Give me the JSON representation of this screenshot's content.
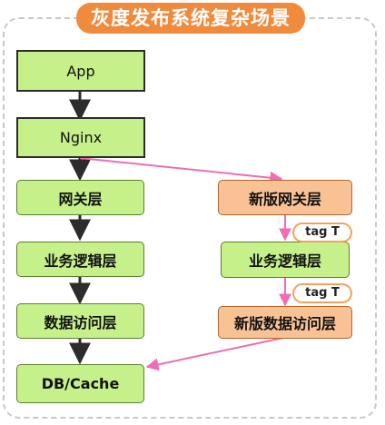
{
  "title": "灰度发布系统复杂场景",
  "left_column": {
    "app": "App",
    "nginx": "Nginx",
    "gateway": "网关层",
    "business": "业务逻辑层",
    "data_access": "数据访问层",
    "db": "DB/Cache"
  },
  "right_column": {
    "gateway": "新版网关层",
    "business": "业务逻辑层",
    "data_access": "新版数据访问层"
  },
  "tags": {
    "tag1": "tag T",
    "tag2": "tag T"
  },
  "colors": {
    "title_bg": "#f08a3c",
    "green_fill": "#c6f08a",
    "orange_fill": "#f8c295",
    "pink_arrow": "#f06cb4",
    "dark_arrow": "#2c2c2c"
  }
}
